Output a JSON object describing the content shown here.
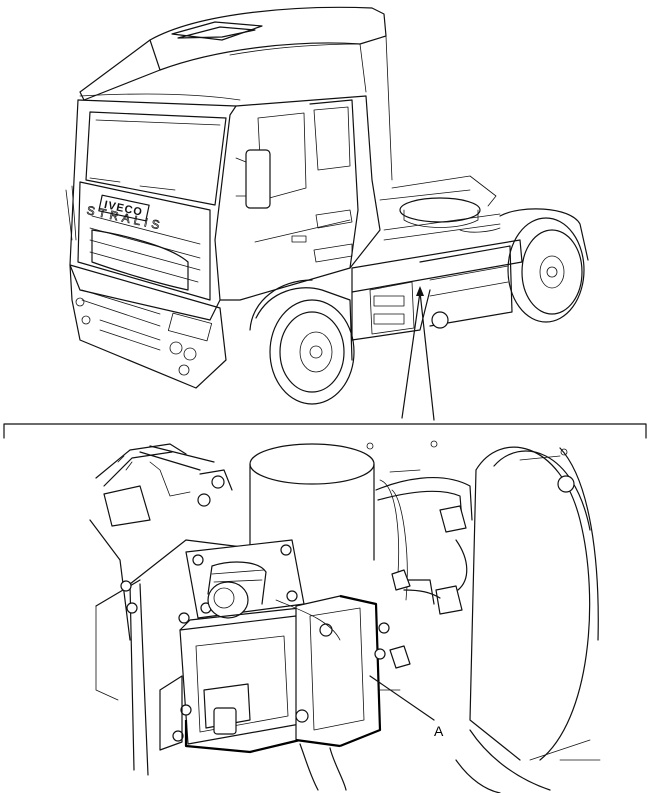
{
  "truck": {
    "brand_badge": "IVECO",
    "model_lettering": "STRALIS"
  },
  "callouts": {
    "component_a": "A"
  },
  "colors": {
    "line": "#111111",
    "background": "#ffffff"
  }
}
